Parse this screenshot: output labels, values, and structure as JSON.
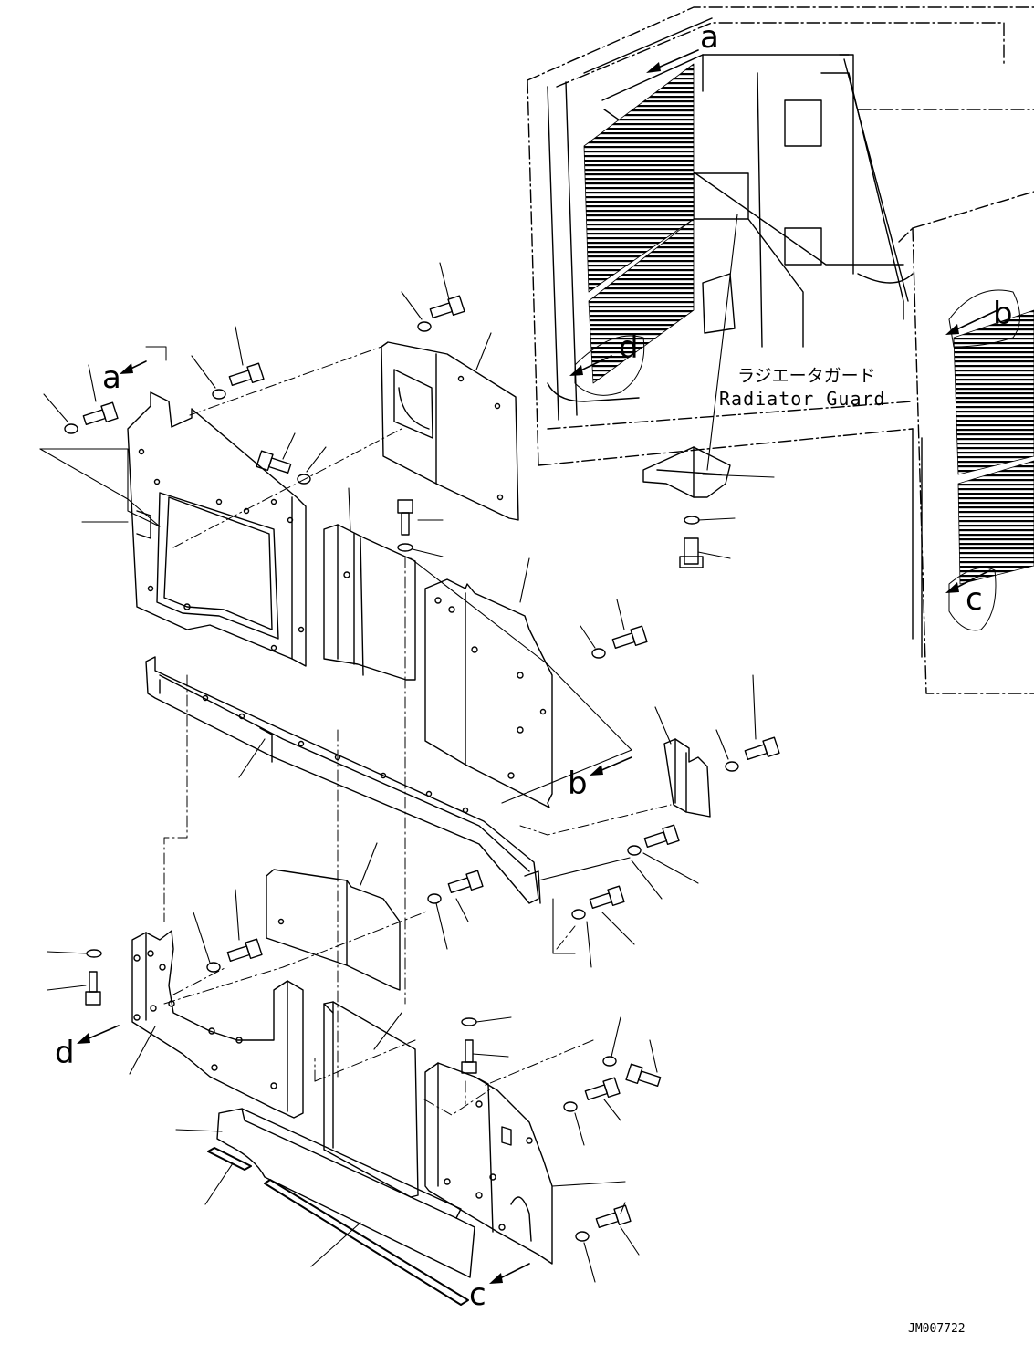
{
  "diagram": {
    "callout_labels": {
      "a_top": "a",
      "a_left": "a",
      "b_right": "b",
      "b_center": "b",
      "c_right": "c",
      "c_bottom": "c",
      "d_top": "d",
      "d_left": "d"
    },
    "radiator_guard_label_jp": "ラジエータガード",
    "radiator_guard_label_en": "Radiator Guard",
    "drawing_code": "JM007722"
  }
}
